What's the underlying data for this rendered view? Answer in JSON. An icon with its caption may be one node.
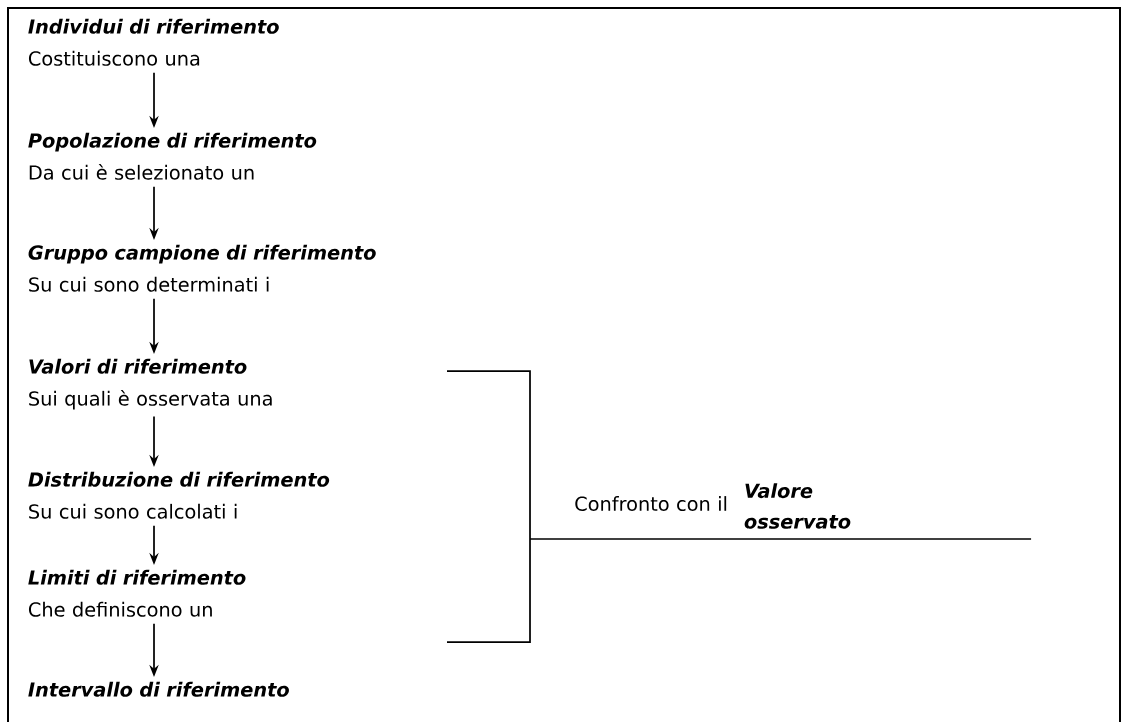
{
  "diagram": {
    "nodes": [
      {
        "text": [
          "Individui di riferimento",
          "Costituiscono una"
        ]
      },
      {
        "text": [
          "Popolazione di riferimento",
          "Da cui è selezionato un"
        ]
      },
      {
        "text": [
          "Gruppo campione di riferimento",
          "Su cui sono determinati i"
        ]
      },
      {
        "text": [
          "Valori di riferimento",
          "Sui quali è osservata una"
        ]
      },
      {
        "text": [
          "Distribuzione di riferimento",
          "Su cui sono calcolati i"
        ]
      },
      {
        "text": [
          "Limiti di riferimento",
          "Che definiscono un"
        ]
      },
      {
        "text": [
          "Intervallo di riferimento"
        ]
      },
      {
        "text": [
          "Confronto con il",
          "Valore osservato"
        ]
      }
    ],
    "edges": [
      {
        "from": 0,
        "to": 1,
        "arrow": "to"
      },
      {
        "from": 1,
        "to": 2,
        "arrow": "to"
      },
      {
        "from": 2,
        "to": 3,
        "arrow": "to"
      },
      {
        "from": 3,
        "to": 4,
        "arrow": "to"
      },
      {
        "from": 4,
        "to": 5,
        "arrow": "to"
      },
      {
        "from": 5,
        "to": 6,
        "arrow": "to"
      }
    ]
  }
}
